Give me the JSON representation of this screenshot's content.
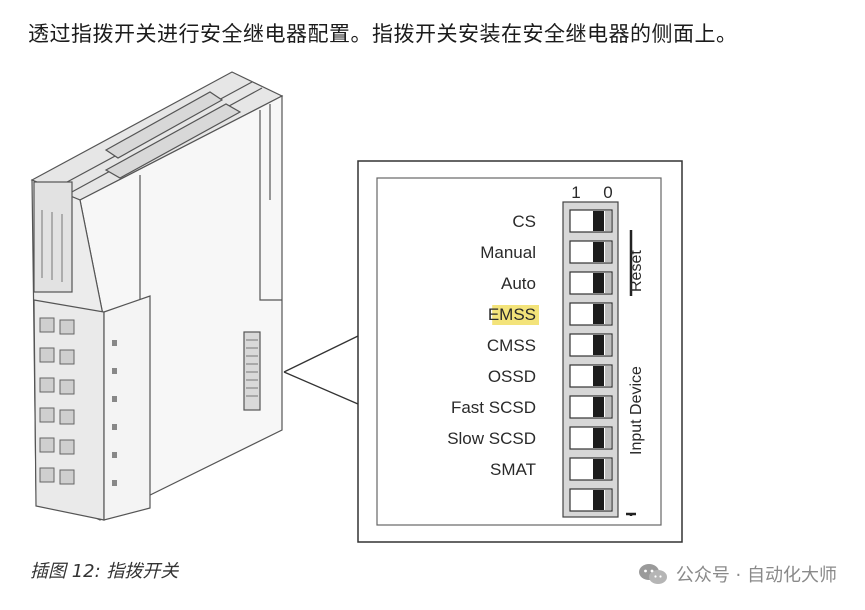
{
  "intro_text": "透过指拨开关进行安全继电器配置。指拨开关安装在安全继电器的侧面上。",
  "caption": "插图 12: 指拨开关",
  "watermark": {
    "text": "公众号 · 自动化大师",
    "icon": "wechat-icon"
  },
  "callout": {
    "header": {
      "one": "1",
      "zero": "0"
    },
    "switches": [
      {
        "label": "CS",
        "highlighted": false
      },
      {
        "label": "Manual",
        "highlighted": false
      },
      {
        "label": "Auto",
        "highlighted": false
      },
      {
        "label": "EMSS",
        "highlighted": true
      },
      {
        "label": "CMSS",
        "highlighted": false
      },
      {
        "label": "OSSD",
        "highlighted": false
      },
      {
        "label": "Fast SCSD",
        "highlighted": false
      },
      {
        "label": "Slow SCSD",
        "highlighted": false
      },
      {
        "label": "SMAT",
        "highlighted": false
      },
      {
        "label": "",
        "highlighted": false
      }
    ],
    "groups": {
      "reset": "Reset",
      "input_device": "Input Device"
    },
    "highlight_color": "#f3e37a"
  }
}
